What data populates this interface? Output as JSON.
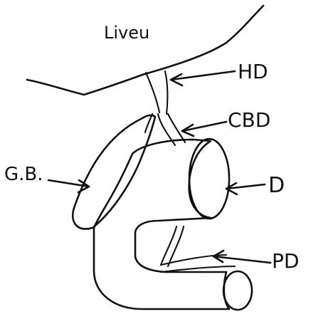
{
  "diagram": {
    "organ_label": "Liveu",
    "labels": {
      "hd": "HD",
      "cbd": "CBD",
      "gb": "G.B.",
      "d": "D",
      "pd": "PD"
    },
    "ink_color": "#111111",
    "background": "#ffffff"
  }
}
